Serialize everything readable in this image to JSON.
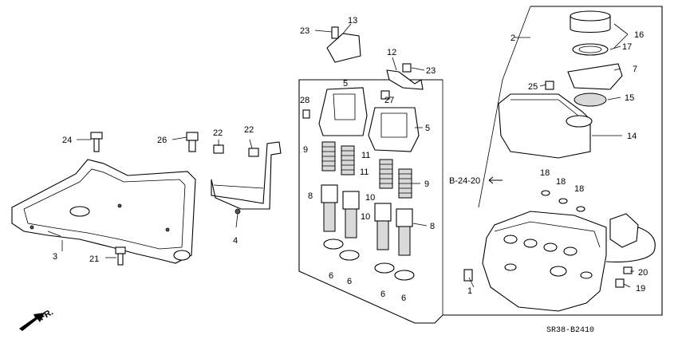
{
  "diagram": {
    "callouts": {
      "c1": "1",
      "c2": "2",
      "c3": "3",
      "c4": "4",
      "c5a": "5",
      "c5b": "5",
      "c6a": "6",
      "c6b": "6",
      "c6c": "6",
      "c6d": "6",
      "c7": "7",
      "c8a": "8",
      "c8b": "8",
      "c9a": "9",
      "c9b": "9",
      "c10a": "10",
      "c10b": "10",
      "c11a": "11",
      "c11b": "11",
      "c12": "12",
      "c13": "13",
      "c14": "14",
      "c15": "15",
      "c16": "16",
      "c17": "17",
      "c18a": "18",
      "c18b": "18",
      "c18c": "18",
      "c19": "19",
      "c20": "20",
      "c21": "21",
      "c22a": "22",
      "c22b": "22",
      "c23a": "23",
      "c23b": "23",
      "c24": "24",
      "c25": "25",
      "c26": "26",
      "c27": "27",
      "c28": "28"
    },
    "reference": "B-24-20",
    "front_marker": "FR.",
    "drawing_code": "SR38-B2410"
  }
}
